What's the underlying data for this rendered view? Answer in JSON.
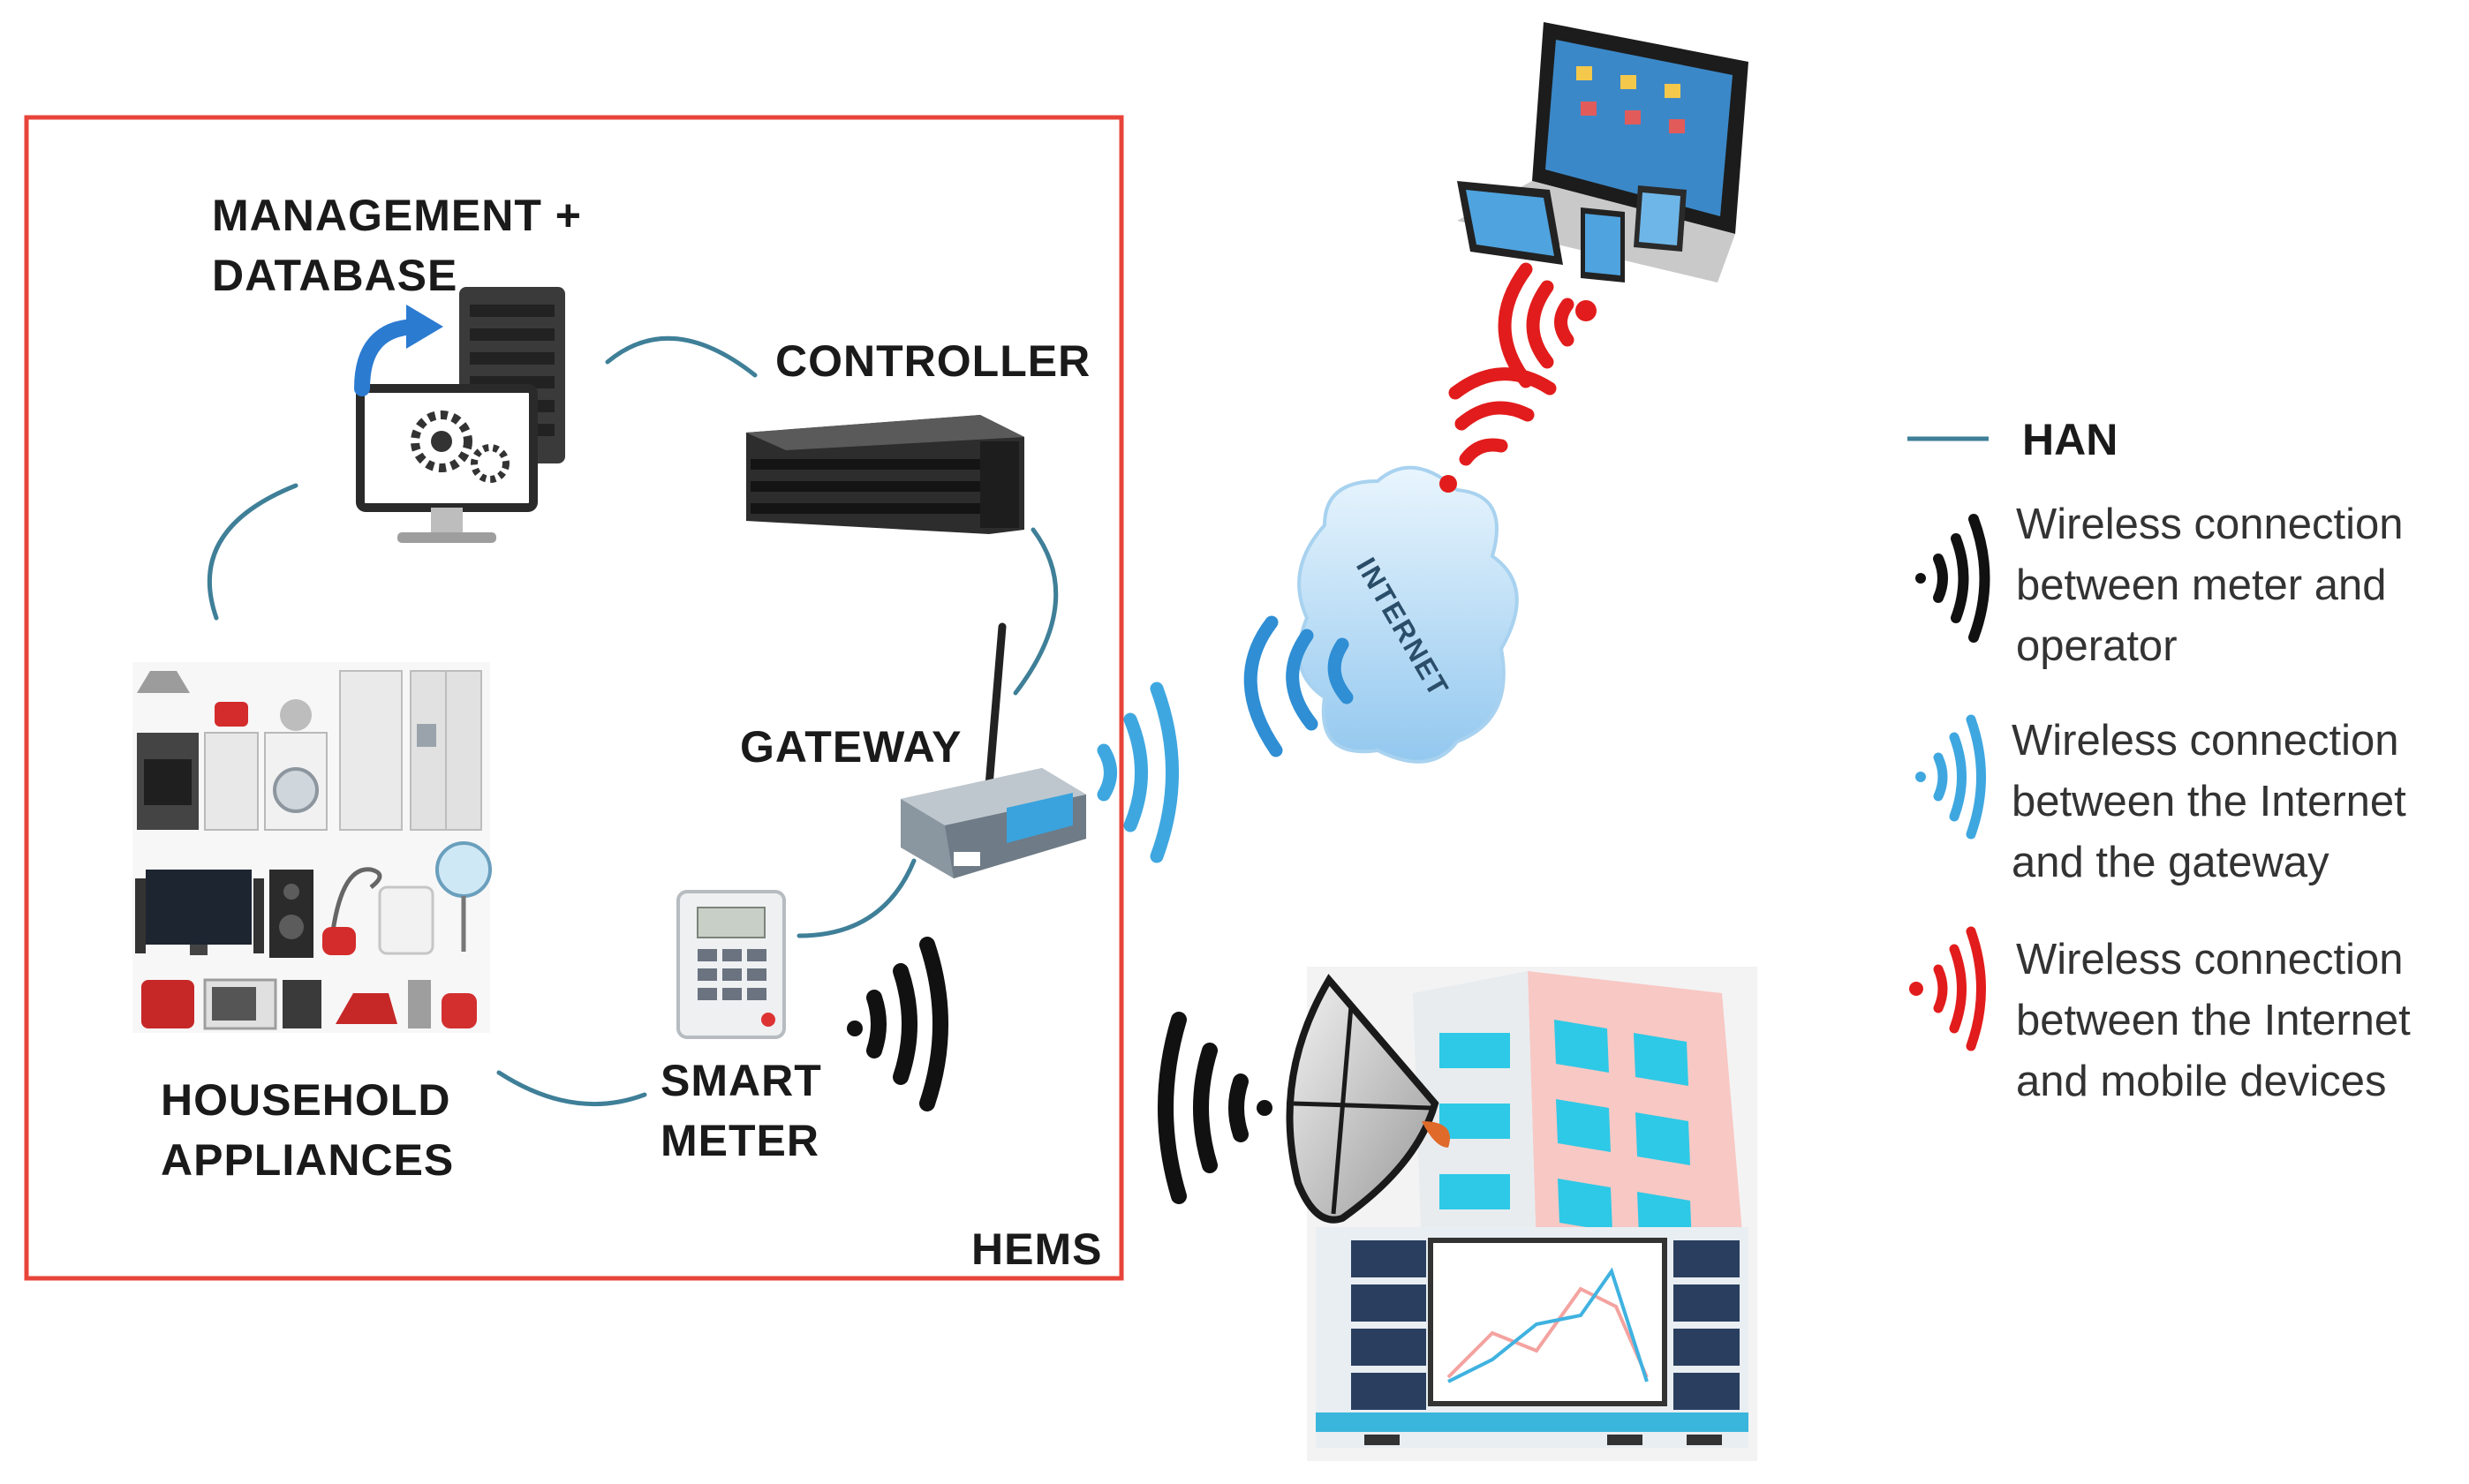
{
  "labels": {
    "management_line1": "MANAGEMENT +",
    "management_line2": "DATABASE",
    "controller": "CONTROLLER",
    "gateway": "GATEWAY",
    "household_line1": "HOUSEHOLD",
    "household_line2": "APPLIANCES",
    "smart_meter_line1": "SMART",
    "smart_meter_line2": "METER",
    "hems": "HEMS",
    "internet": "INTERNET"
  },
  "legend": {
    "han": "HAN",
    "black": {
      "line1": "Wireless connection",
      "line2": "between meter and",
      "line3": "operator"
    },
    "blue": {
      "line1": "Wireless connection",
      "line2": "between the Internet",
      "line3": "and the gateway"
    },
    "red": {
      "line1": "Wireless connection",
      "line2": "between the Internet",
      "line3": "and mobile devices"
    }
  },
  "colors": {
    "hems_border": "#e8443a",
    "han_line": "#3f7f98",
    "wireless_black": "#111111",
    "wireless_blue": "#3fa7e0",
    "wireless_red": "#e21c1c",
    "cloud": "#b9dcf5"
  }
}
